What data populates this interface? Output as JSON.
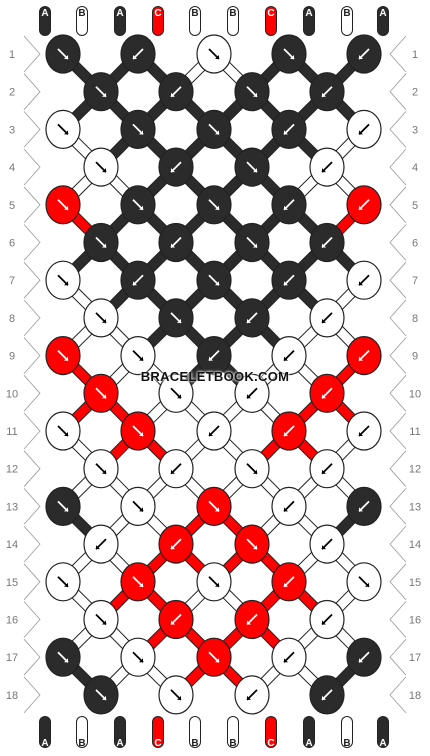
{
  "pattern": {
    "strands_top": [
      "A",
      "B",
      "A",
      "C",
      "B",
      "B",
      "C",
      "A",
      "B",
      "A"
    ],
    "strands_bottom": [
      "A",
      "B",
      "A",
      "C",
      "B",
      "B",
      "C",
      "A",
      "B",
      "A"
    ],
    "colors": {
      "A": "#2b2b2b",
      "B": "#ffffff",
      "C": "#ff0000"
    },
    "row_labels": [
      "1",
      "2",
      "3",
      "4",
      "5",
      "6",
      "7",
      "8",
      "9",
      "10",
      "11",
      "12",
      "13",
      "14",
      "15",
      "16",
      "17",
      "18"
    ],
    "knots": [
      [
        "A",
        "A",
        "B",
        "A",
        "A"
      ],
      [
        "A",
        "A",
        "A",
        "A"
      ],
      [
        "B",
        "A",
        "A",
        "A",
        "B"
      ],
      [
        "B",
        "A",
        "A",
        "B"
      ],
      [
        "C",
        "A",
        "A",
        "A",
        "C"
      ],
      [
        "A",
        "A",
        "A",
        "A"
      ],
      [
        "B",
        "A",
        "A",
        "A",
        "B"
      ],
      [
        "B",
        "A",
        "A",
        "B"
      ],
      [
        "C",
        "B",
        "A",
        "B",
        "C"
      ],
      [
        "C",
        "B",
        "B",
        "C"
      ],
      [
        "B",
        "C",
        "B",
        "C",
        "B"
      ],
      [
        "B",
        "B",
        "B",
        "B"
      ],
      [
        "A",
        "B",
        "C",
        "B",
        "A"
      ],
      [
        "B",
        "C",
        "C",
        "B"
      ],
      [
        "B",
        "C",
        "B",
        "C",
        "B"
      ],
      [
        "B",
        "C",
        "C",
        "B"
      ],
      [
        "A",
        "B",
        "C",
        "B",
        "A"
      ],
      [
        "A",
        "B",
        "B",
        "A"
      ]
    ],
    "arrows": [
      [
        "se",
        "sw",
        "se",
        "se",
        "sw"
      ],
      [
        "se",
        "sw",
        "se",
        "sw"
      ],
      [
        "se",
        "se",
        "se",
        "sw",
        "sw"
      ],
      [
        "se",
        "sw",
        "se",
        "sw"
      ],
      [
        "se",
        "se",
        "se",
        "sw",
        "sw"
      ],
      [
        "se",
        "sw",
        "se",
        "sw"
      ],
      [
        "se",
        "sw",
        "se",
        "sw",
        "sw"
      ],
      [
        "se",
        "se",
        "sw",
        "sw"
      ],
      [
        "se",
        "se",
        "sw",
        "sw",
        "sw"
      ],
      [
        "se",
        "se",
        "sw",
        "sw"
      ],
      [
        "se",
        "se",
        "sw",
        "sw",
        "sw"
      ],
      [
        "se",
        "sw",
        "se",
        "sw"
      ],
      [
        "se",
        "se",
        "se",
        "sw",
        "sw"
      ],
      [
        "sw",
        "sw",
        "se",
        "sw"
      ],
      [
        "se",
        "se",
        "se",
        "sw",
        "se"
      ],
      [
        "se",
        "sw",
        "sw",
        "sw"
      ],
      [
        "se",
        "se",
        "se",
        "sw",
        "sw"
      ],
      [
        "se",
        "se",
        "sw",
        "sw"
      ]
    ]
  },
  "watermark": "BRACELETBOOK.COM"
}
